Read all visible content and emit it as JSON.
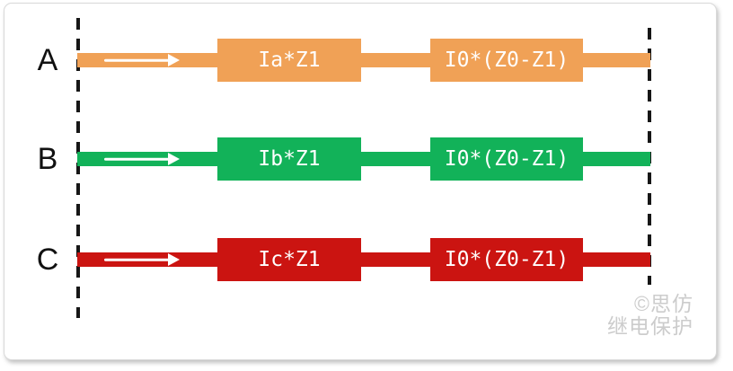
{
  "diagram": {
    "title_hint": "three-phase impedance voltage drop diagram",
    "phases": [
      {
        "label": "A",
        "drop1": "Ia*Z1",
        "drop2": "I0*(Z0-Z1)",
        "color": "#F0A156"
      },
      {
        "label": "B",
        "drop1": "Ib*Z1",
        "drop2": "I0*(Z0-Z1)",
        "color": "#12B259"
      },
      {
        "label": "C",
        "drop1": "Ic*Z1",
        "drop2": "I0*(Z0-Z1)",
        "color": "#CB1411"
      }
    ],
    "arrow_color": "#ffffff",
    "dashed_boundary_color": "#161616"
  },
  "watermark": {
    "line1": "©思仿",
    "line2": "继电保护",
    "color": "#cccccc"
  }
}
